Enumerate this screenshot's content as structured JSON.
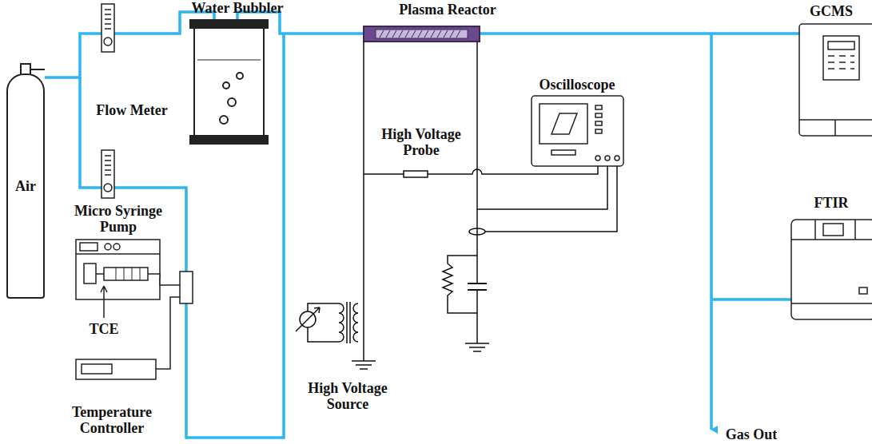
{
  "diagram": {
    "nodes": [
      {
        "text": [
          "Air"
        ]
      }
    ],
    "labels": [
      "Water Bubbler",
      "Plasma Reactor",
      "GCMS",
      "Flow Meter",
      "Oscilloscope",
      "High Voltage Probe",
      "FTIR",
      "Micro Syringe Pump",
      "TCE",
      "Temperature Controller",
      "High Voltage Source",
      "Gas Out"
    ]
  }
}
